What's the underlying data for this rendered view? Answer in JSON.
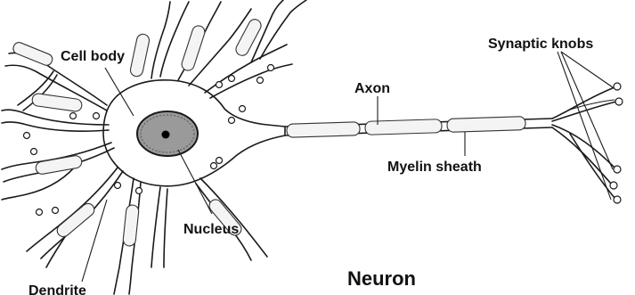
{
  "diagram": {
    "title": "Neuron",
    "labels": {
      "cell_body": "Cell body",
      "axon": "Axon",
      "synaptic_knobs": "Synaptic knobs",
      "myelin_sheath": "Myelin sheath",
      "nucleus": "Nucleus",
      "dendrite": "Dendrite"
    }
  }
}
